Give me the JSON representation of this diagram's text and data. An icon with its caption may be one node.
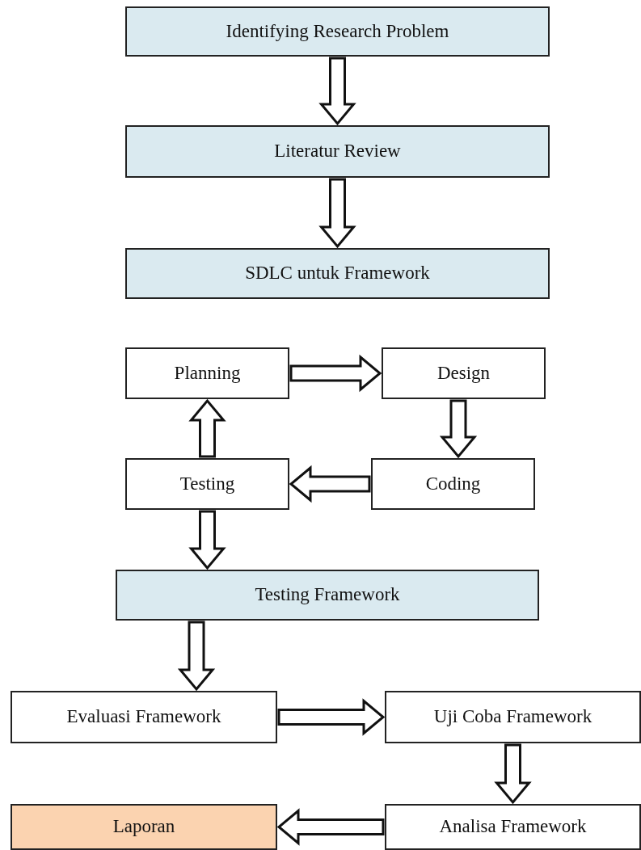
{
  "diagram": {
    "nodes": [
      {
        "text": [
          "Identifying Research Problem"
        ]
      },
      {
        "text": [
          "Literatur Review"
        ]
      },
      {
        "text": [
          "SDLC untuk Framework"
        ]
      },
      {
        "text": [
          "Planning"
        ]
      },
      {
        "text": [
          "Design"
        ]
      },
      {
        "text": [
          "Testing"
        ]
      },
      {
        "text": [
          "Coding"
        ]
      },
      {
        "text": [
          "Testing Framework"
        ]
      },
      {
        "text": [
          "Evaluasi Framework"
        ]
      },
      {
        "text": [
          "Uji Coba Framework"
        ]
      },
      {
        "text": [
          "Laporan"
        ]
      },
      {
        "text": [
          "Analisa Framework"
        ]
      }
    ],
    "edges": [
      {
        "from": 0,
        "to": 1,
        "arrow": "to"
      },
      {
        "from": 1,
        "to": 2,
        "arrow": "to"
      },
      {
        "from": 3,
        "to": 4,
        "arrow": "to"
      },
      {
        "from": 4,
        "to": 6,
        "arrow": "to"
      },
      {
        "from": 6,
        "to": 5,
        "arrow": "to"
      },
      {
        "from": 5,
        "to": 3,
        "arrow": "to"
      },
      {
        "from": 5,
        "to": 7,
        "arrow": "to"
      },
      {
        "from": 7,
        "to": 8,
        "arrow": "to"
      },
      {
        "from": 8,
        "to": 9,
        "arrow": "to"
      },
      {
        "from": 9,
        "to": 11,
        "arrow": "to"
      },
      {
        "from": 11,
        "to": 10,
        "arrow": "to"
      }
    ]
  }
}
